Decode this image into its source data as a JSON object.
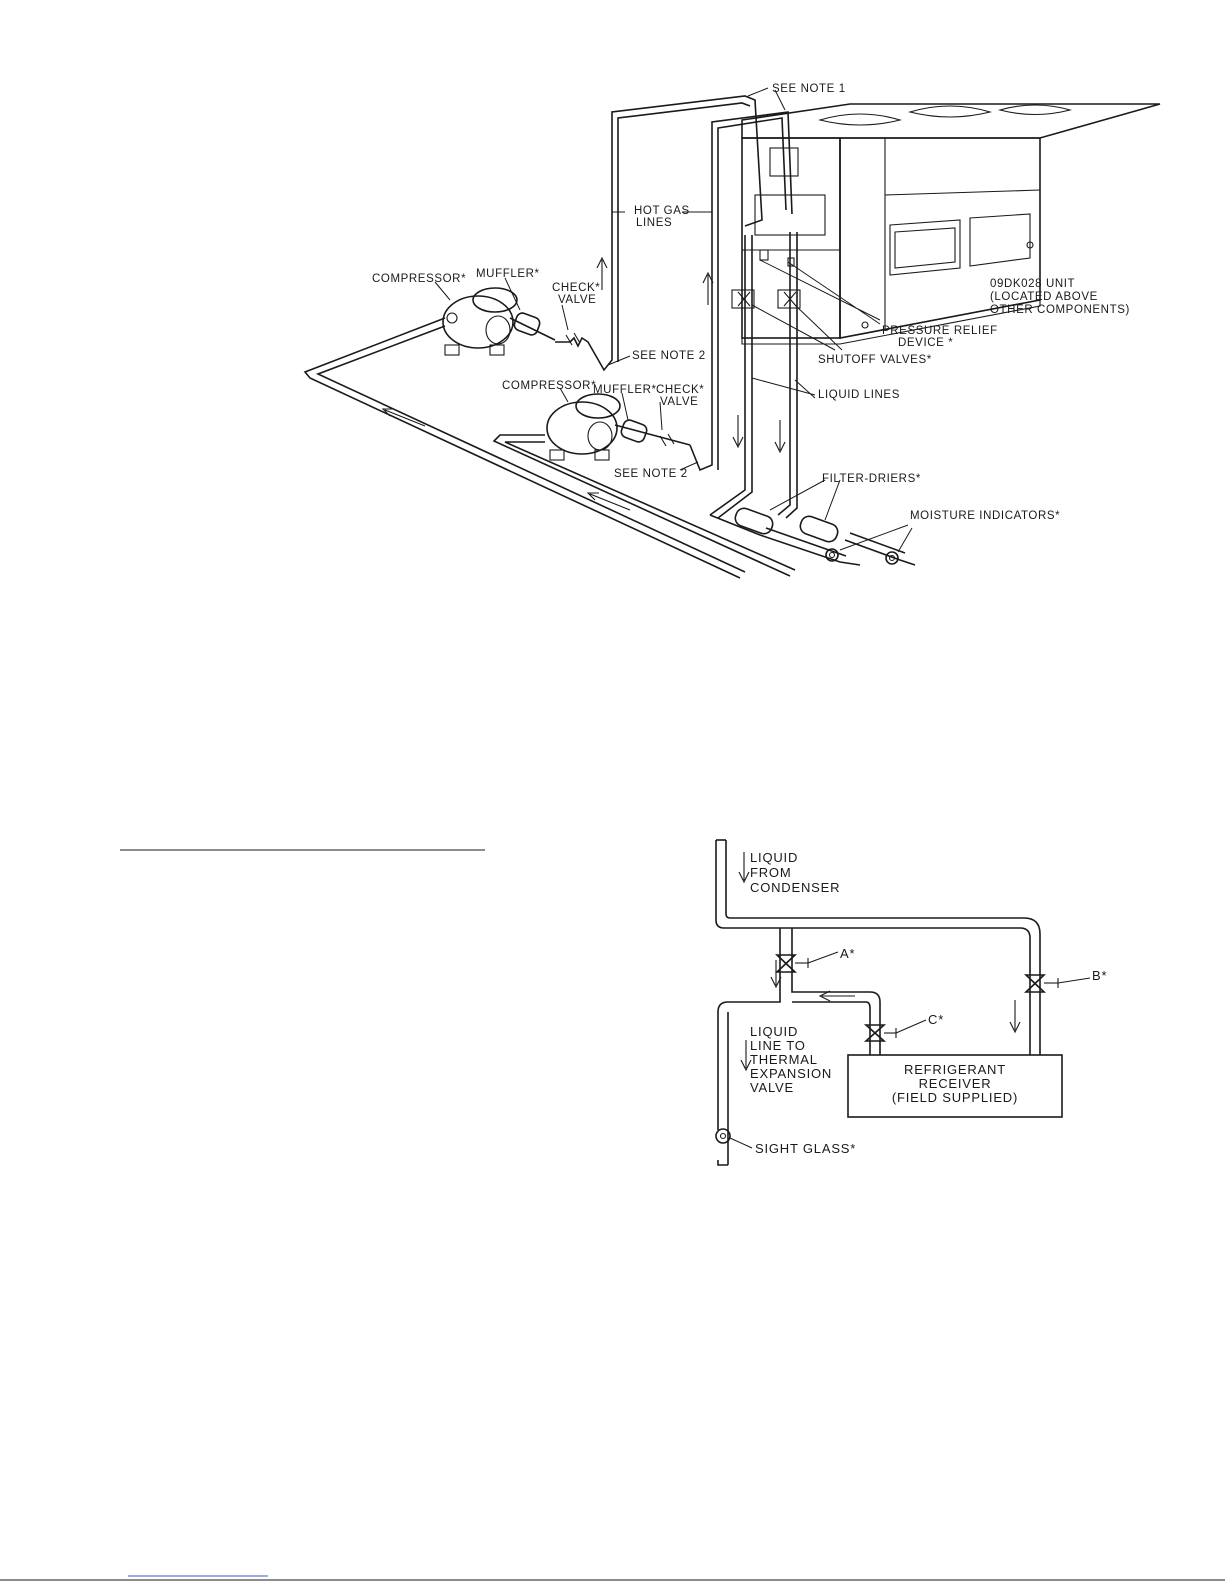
{
  "top_diagram": {
    "labels": {
      "see_note_1": "SEE NOTE 1",
      "hot_gas_lines": [
        "HOT GAS",
        "LINES"
      ],
      "compressor_1": "COMPRESSOR*",
      "muffler_1": "MUFFLER*",
      "check_valve_1": [
        "CHECK*",
        "VALVE"
      ],
      "see_note_2a": "SEE NOTE 2",
      "compressor_2": "COMPRESSOR*",
      "muffler_2": "MUFFLER*",
      "check_valve_2": [
        "CHECK*",
        "VALVE"
      ],
      "see_note_2b": "SEE NOTE 2",
      "unit": [
        "09DK028 UNIT",
        "(LOCATED ABOVE",
        "OTHER COMPONENTS)"
      ],
      "pressure_relief": [
        "PRESSURE RELIEF",
        "DEVICE *"
      ],
      "shutoff_valves": "SHUTOFF VALVES*",
      "liquid_lines": "LIQUID LINES",
      "filter_driers": "FILTER-DRIERS*",
      "moisture_indicators": "MOISTURE INDICATORS*"
    }
  },
  "bottom_diagram": {
    "labels": {
      "liquid_from_condenser": [
        "LIQUID",
        "FROM",
        "CONDENSER"
      ],
      "valve_a": "A*",
      "valve_b": "B*",
      "valve_c": "C*",
      "receiver": [
        "REFRIGERANT",
        "RECEIVER",
        "(FIELD SUPPLIED)"
      ],
      "liquid_line": [
        "LIQUID",
        "LINE TO",
        "THERMAL",
        "EXPANSION",
        "VALVE"
      ],
      "sight_glass": "SIGHT GLASS*"
    }
  }
}
